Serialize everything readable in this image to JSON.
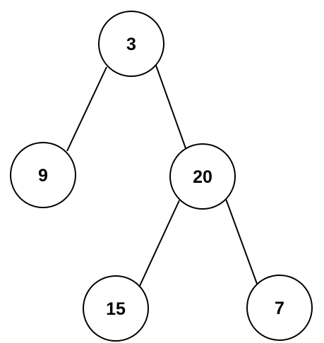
{
  "diagram": {
    "type": "binary-tree",
    "nodes": {
      "root": {
        "label": "3"
      },
      "left": {
        "label": "9"
      },
      "right": {
        "label": "20"
      },
      "right_left": {
        "label": "15"
      },
      "right_right": {
        "label": "7"
      }
    },
    "edges": [
      {
        "from": "3",
        "to": "9"
      },
      {
        "from": "3",
        "to": "20"
      },
      {
        "from": "20",
        "to": "15"
      },
      {
        "from": "20",
        "to": "7"
      }
    ],
    "colors": {
      "stroke": "#000000",
      "fill": "#ffffff",
      "text": "#000000"
    }
  }
}
